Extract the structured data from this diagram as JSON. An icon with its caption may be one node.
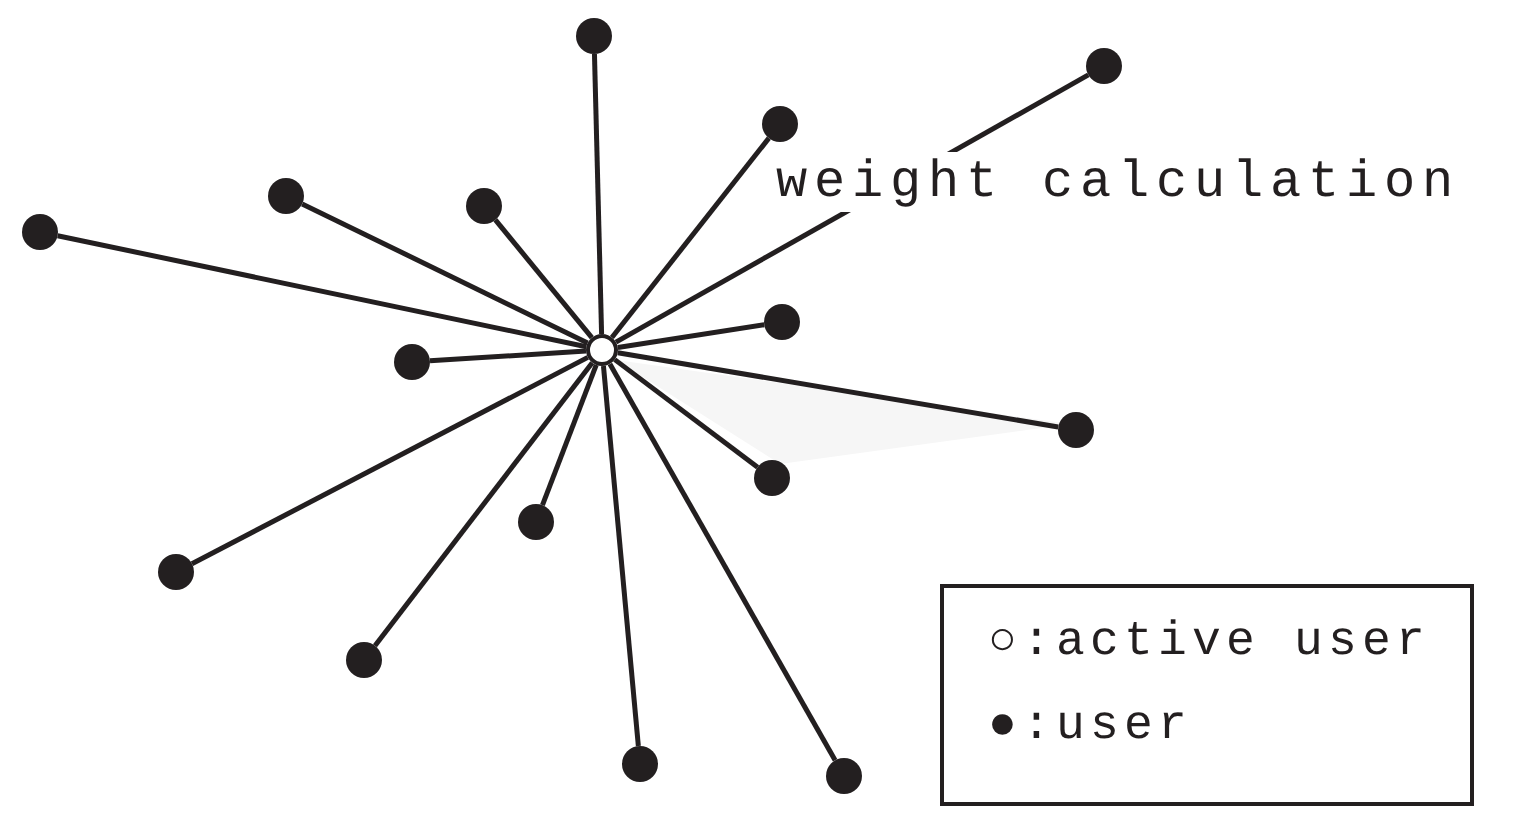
{
  "diagram": {
    "nodes": [
      {
        "text": [],
        "shape": "circle"
      },
      {
        "text": [],
        "shape": "circle"
      },
      {
        "text": [],
        "shape": "circle"
      },
      {
        "text": [],
        "shape": "circle"
      },
      {
        "text": [],
        "shape": "circle"
      },
      {
        "text": [],
        "shape": "circle"
      },
      {
        "text": [],
        "shape": "circle"
      },
      {
        "text": [],
        "shape": "circle"
      },
      {
        "text": [],
        "shape": "circle"
      },
      {
        "text": [],
        "shape": "circle"
      },
      {
        "text": [],
        "shape": "circle"
      },
      {
        "text": [],
        "shape": "circle"
      },
      {
        "text": [],
        "shape": "circle"
      },
      {
        "text": [],
        "shape": "circle"
      },
      {
        "text": [],
        "shape": "circle"
      },
      {
        "text": [],
        "shape": "circle"
      }
    ],
    "edges": [
      {
        "from": 0,
        "to": 1,
        "arrow": "none"
      },
      {
        "from": 0,
        "to": 2,
        "arrow": "none"
      },
      {
        "from": 0,
        "to": 3,
        "arrow": "none"
      },
      {
        "from": 0,
        "to": 4,
        "arrow": "none"
      },
      {
        "from": 0,
        "to": 5,
        "arrow": "none"
      },
      {
        "from": 0,
        "to": 6,
        "arrow": "none"
      },
      {
        "from": 0,
        "to": 7,
        "arrow": "none"
      },
      {
        "from": 0,
        "to": 8,
        "arrow": "none"
      },
      {
        "from": 0,
        "to": 9,
        "arrow": "none"
      },
      {
        "from": 0,
        "to": 10,
        "arrow": "none"
      },
      {
        "from": 0,
        "to": 11,
        "arrow": "none"
      },
      {
        "from": 0,
        "to": 12,
        "arrow": "none"
      },
      {
        "from": 0,
        "to": 13,
        "arrow": "none"
      },
      {
        "from": 0,
        "to": 14,
        "arrow": "none"
      },
      {
        "from": 0,
        "to": 15,
        "arrow": "none"
      }
    ],
    "labels": [
      "weight calculation"
    ],
    "legend": [
      {
        "text": "○:active user"
      },
      {
        "text": "●:user"
      }
    ]
  }
}
